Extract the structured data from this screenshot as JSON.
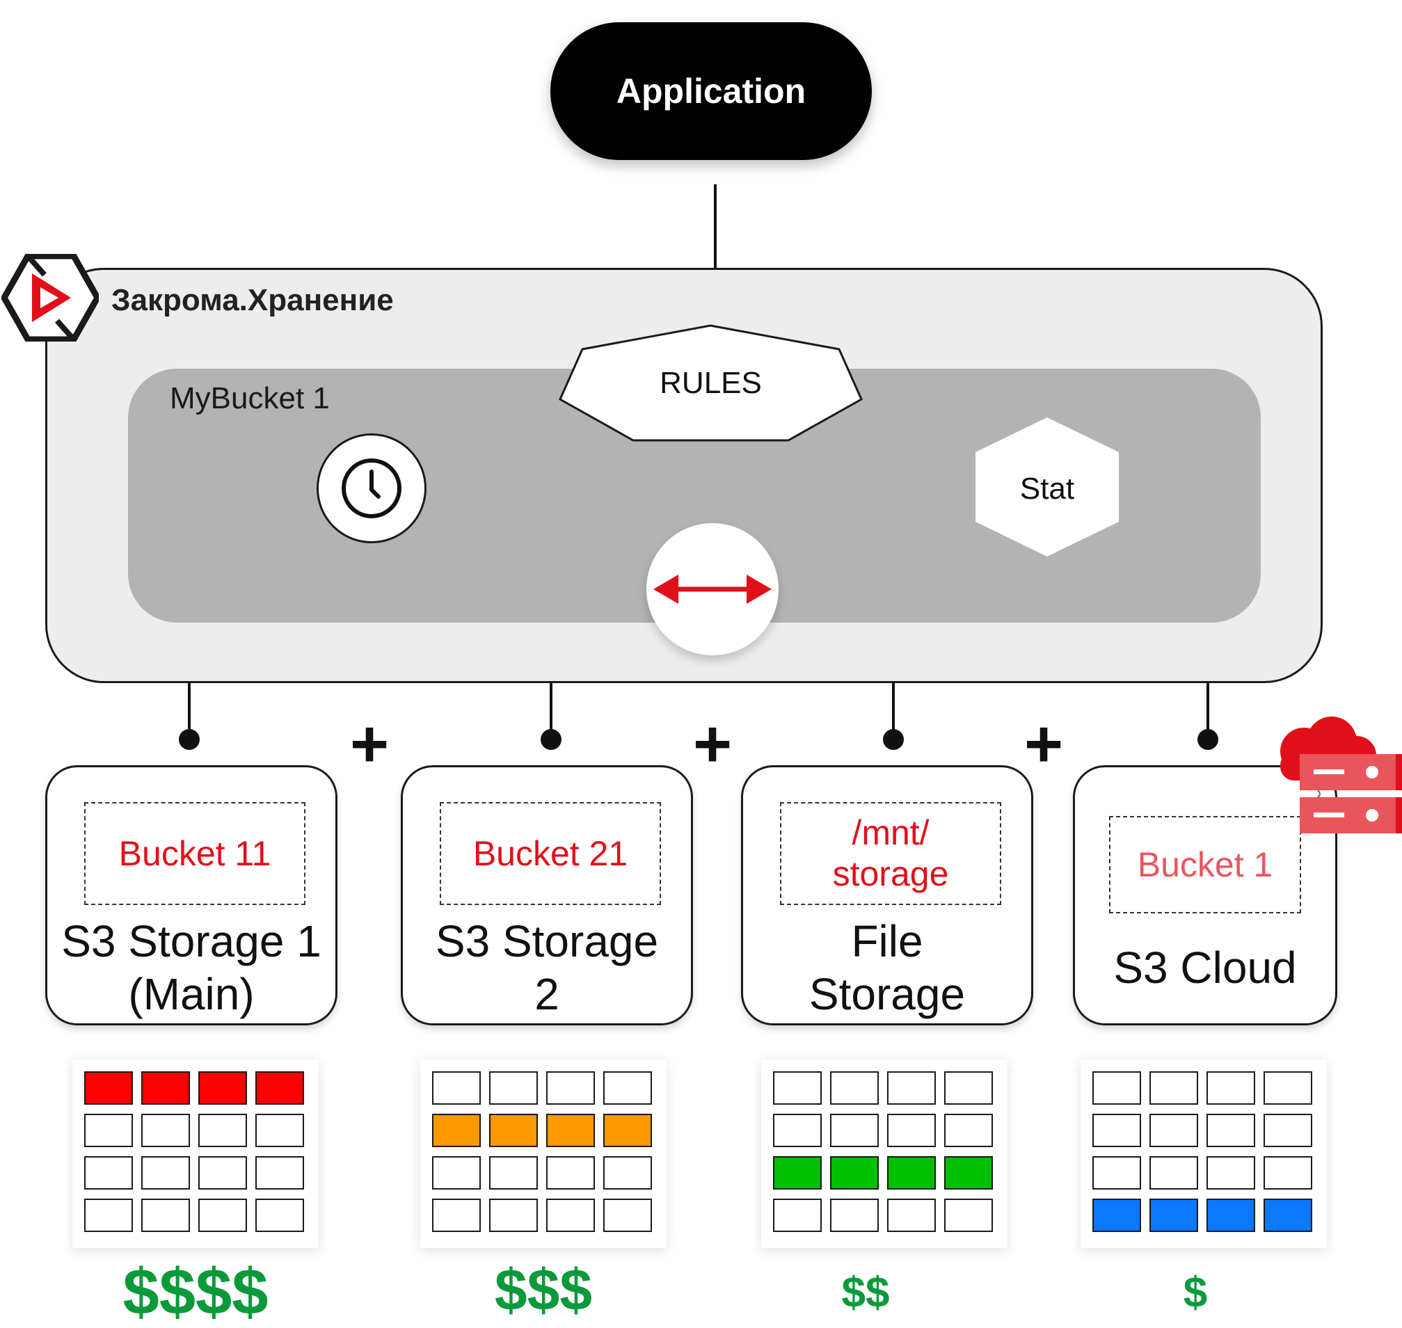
{
  "application": {
    "label": "Application"
  },
  "product": {
    "name": "Закрома.Хранение"
  },
  "bucket": {
    "name": "MyBucket 1"
  },
  "rules": {
    "label": "RULES"
  },
  "stat": {
    "label": "Stat"
  },
  "plus_sign": "+",
  "colors": {
    "brand_red": "#e0101a",
    "tier_red": "#ff0000",
    "tier_orange": "#ff9900",
    "tier_green": "#00c000",
    "tier_blue": "#0a78ff",
    "cost_green": "#0a9a3a"
  },
  "storages": [
    {
      "inner_label": "Bucket 11",
      "name_line1": "S3 Storage 1",
      "name_line2": "(Main)",
      "cost": "$$$$",
      "filled_row": 1,
      "fill_color": "#ff0000"
    },
    {
      "inner_label": "Bucket 21",
      "name_line1": "S3 Storage",
      "name_line2": "2",
      "cost": "$$$",
      "filled_row": 2,
      "fill_color": "#ff9900"
    },
    {
      "inner_line1": "/mnt/",
      "inner_line2": "storage",
      "name_line1": "File",
      "name_line2": "Storage",
      "cost": "$$",
      "filled_row": 3,
      "fill_color": "#00c000"
    },
    {
      "inner_label": "Bucket 1",
      "name_line1": "S3 Cloud",
      "cost": "$",
      "filled_row": 4,
      "fill_color": "#0a78ff",
      "icon": "cloud-server-icon"
    }
  ]
}
